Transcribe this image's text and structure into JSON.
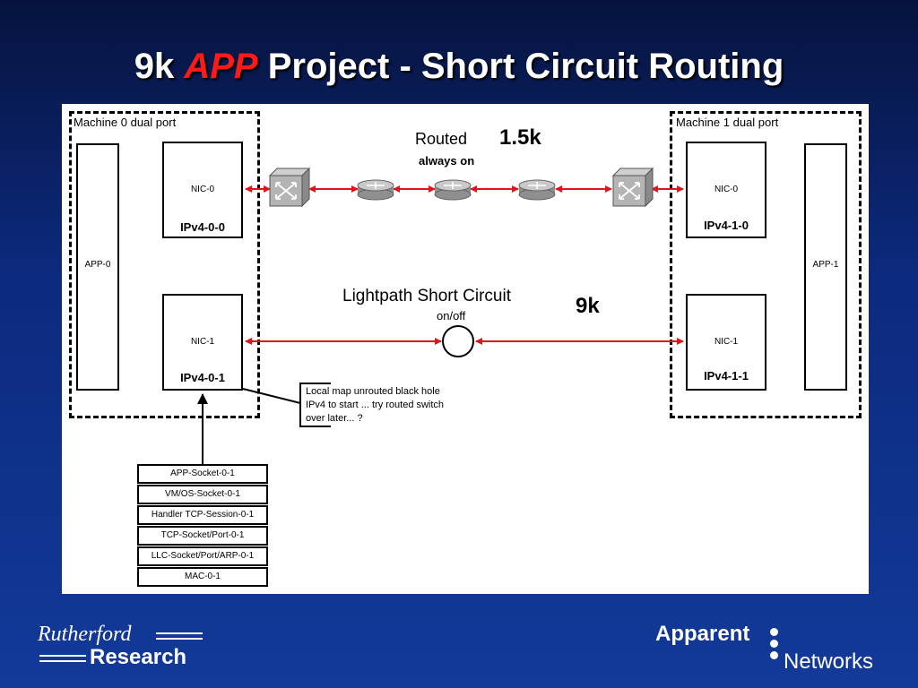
{
  "title": {
    "prefix": "9k",
    "accent": "APP",
    "rest": "Project - Short Circuit Routing"
  },
  "colors": {
    "accent": "#ff1a1a",
    "link": "#e0141b",
    "background": "#0c2a7e"
  },
  "machine0": {
    "label": "Machine 0 dual port",
    "app": "APP-0",
    "nic0": {
      "name": "NIC-0",
      "ip": "IPv4-0-0"
    },
    "nic1": {
      "name": "NIC-1",
      "ip": "IPv4-0-1"
    }
  },
  "machine1": {
    "label": "Machine 1 dual port",
    "app": "APP-1",
    "nic0": {
      "name": "NIC-0",
      "ip": "IPv4-1-0"
    },
    "nic1": {
      "name": "NIC-1",
      "ip": "IPv4-1-1"
    }
  },
  "routed": {
    "label": "Routed",
    "sublabel": "always on",
    "rate": "1.5k"
  },
  "lightpath": {
    "label": "Lightpath Short Circuit",
    "sublabel": "on/off",
    "rate": "9k"
  },
  "note": {
    "line1": "Local map unrouted black hole",
    "line2": "IPv4 to start ... try routed switch",
    "line3": "over later... ?"
  },
  "stack": [
    "APP-Socket-0-1",
    "VM/OS-Socket-0-1",
    "Handler TCP-Session-0-1",
    "TCP-Socket/Port-0-1",
    "LLC-Socket/Port/ARP-0-1",
    "MAC-0-1"
  ],
  "footer": {
    "rutherford": "Rutherford",
    "research": "Research",
    "apparent": "Apparent",
    "networks": "Networks"
  }
}
